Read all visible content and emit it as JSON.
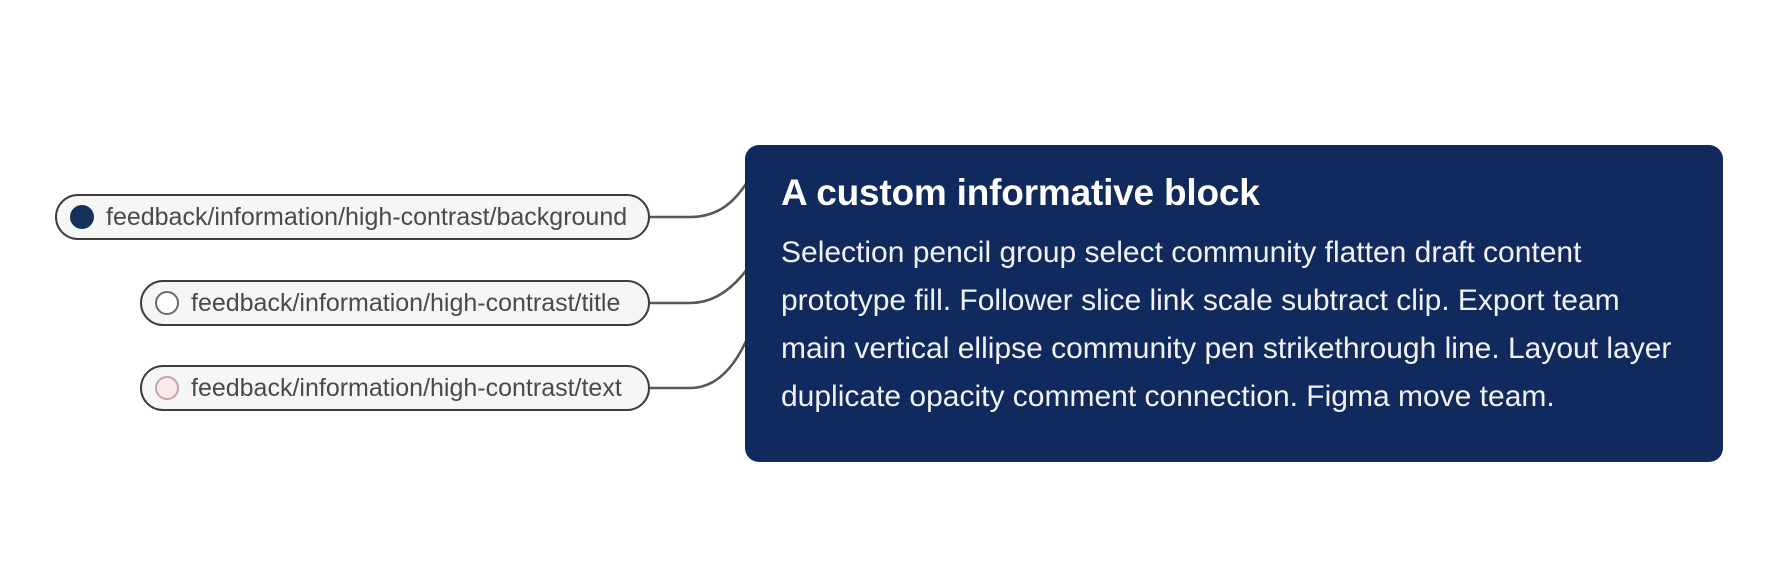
{
  "canvas": {
    "background_color": "#ffffff"
  },
  "card": {
    "name": "informative-block",
    "background_color": "#102a5e",
    "title": "A custom informative block",
    "title_color": "#ffffff",
    "body": "Selection pencil group select community flatten draft content prototype fill. Follower slice link scale subtract clip. Export team main vertical ellipse community pen strikethrough line. Layout layer duplicate opacity comment connection. Figma move team.",
    "body_color": "#f2f2f5"
  },
  "tokens": [
    {
      "id": "background",
      "label": "feedback/information/high-contrast/background",
      "swatch_fill": "#14315e",
      "swatch_stroke": "#14315e",
      "swatch_kind": "filled-dot"
    },
    {
      "id": "title",
      "label": "feedback/information/high-contrast/title",
      "swatch_fill": "#ffffff",
      "swatch_stroke": "#6b6b6b",
      "swatch_kind": "outlined-dot"
    },
    {
      "id": "text",
      "label": "feedback/information/high-contrast/text",
      "swatch_fill": "#fce9ec",
      "swatch_stroke": "#c9a0aa",
      "swatch_kind": "outlined-dot"
    }
  ],
  "connectors": {
    "line_color": "#5b564f",
    "endpoint_color": "#5b564f",
    "count": 3
  }
}
